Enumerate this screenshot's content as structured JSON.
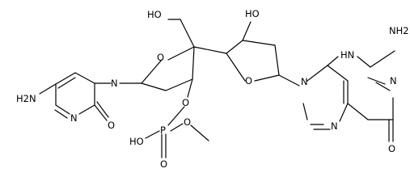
{
  "molecule": {
    "labels": {
      "pyrimidine_amine": "H2N",
      "pyrimidine_n1": "N",
      "pyrimidine_n3": "N",
      "pyrimidine_carbonyl_o": "O",
      "left_ring_o": "O",
      "hydroxymethyl_oh": "HO",
      "phosphate_ester_o": "O",
      "phosphate_p": "P",
      "phosphate_oh": "HO",
      "phosphate_double_o": "O",
      "phosphate_methoxy_o": "O",
      "right_ring_oh": "HO",
      "right_ring_o": "O",
      "purine_n9": "N",
      "purine_nh": "HN",
      "purine_amine": "NH2",
      "purine_n1": "N",
      "purine_n7": "N",
      "purine_carbonyl_o": "O"
    }
  }
}
